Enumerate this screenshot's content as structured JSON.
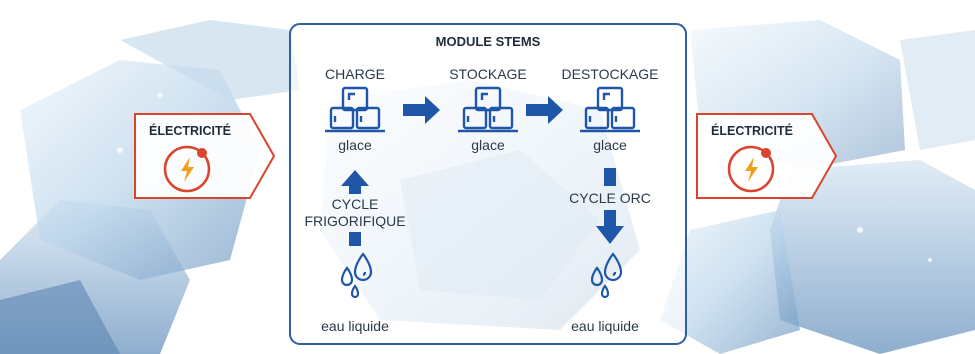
{
  "module_title": "MODULE STEMS",
  "left_badge": {
    "label": "ÉLECTRICITÉ"
  },
  "right_badge": {
    "label": "ÉLECTRICITÉ"
  },
  "stages": [
    {
      "title": "CHARGE",
      "caption": "glace"
    },
    {
      "title": "STOCKAGE",
      "caption": "glace"
    },
    {
      "title": "DESTOCKAGE",
      "caption": "glace"
    }
  ],
  "cycles": {
    "left": {
      "line1": "CYCLE",
      "line2": "FRIGORIFIQUE"
    },
    "right": {
      "label": "CYCLE ORC"
    }
  },
  "water": {
    "left": "eau liquide",
    "right": "eau liquide"
  },
  "colors": {
    "frame_blue": "#2f5fa5",
    "arrow_blue": "#1f56a8",
    "badge_red": "#d9442c",
    "bolt_orange": "#f2a01b"
  }
}
